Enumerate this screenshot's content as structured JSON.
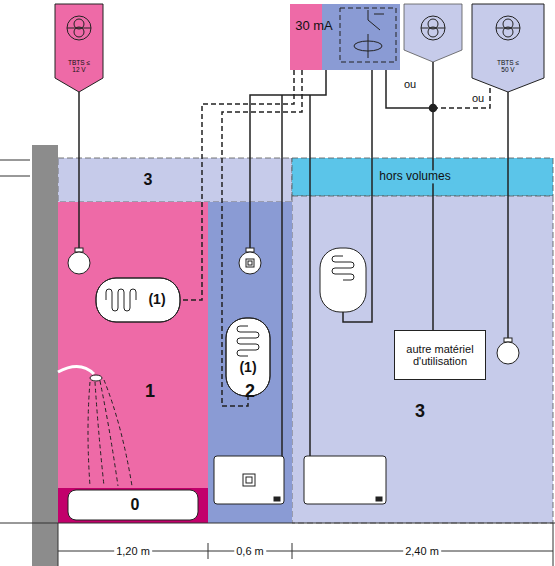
{
  "diagram": {
    "nodes": [
      {
        "text": [
          "TBTS ≤ 12 V"
        ]
      },
      {
        "text": [
          "30 mA"
        ]
      },
      {
        "text": [
          "TBTS ≤ 50 V"
        ]
      },
      {
        "text": [
          "3"
        ]
      },
      {
        "text": [
          "hors volumes"
        ]
      },
      {
        "text": [
          "1"
        ]
      },
      {
        "text": [
          "(1)"
        ],
        "in": 5
      },
      {
        "text": [
          "0"
        ],
        "in": 5
      },
      {
        "text": [
          "2"
        ]
      },
      {
        "text": [
          "(1)"
        ],
        "in": 8
      },
      {
        "text": [
          "3"
        ]
      },
      {
        "text": [
          "autre matériel d'utilisation"
        ],
        "in": 10
      }
    ],
    "edges": [
      {
        "from": 1,
        "to": 6,
        "arrow": "none"
      },
      {
        "from": 1,
        "to": 9,
        "arrow": "none"
      },
      {
        "from": 1,
        "to": 11,
        "arrow": "none"
      }
    ],
    "labels": [
      "ou",
      "ou",
      "1,20 m",
      "0,6 m",
      "2,40 m"
    ]
  }
}
